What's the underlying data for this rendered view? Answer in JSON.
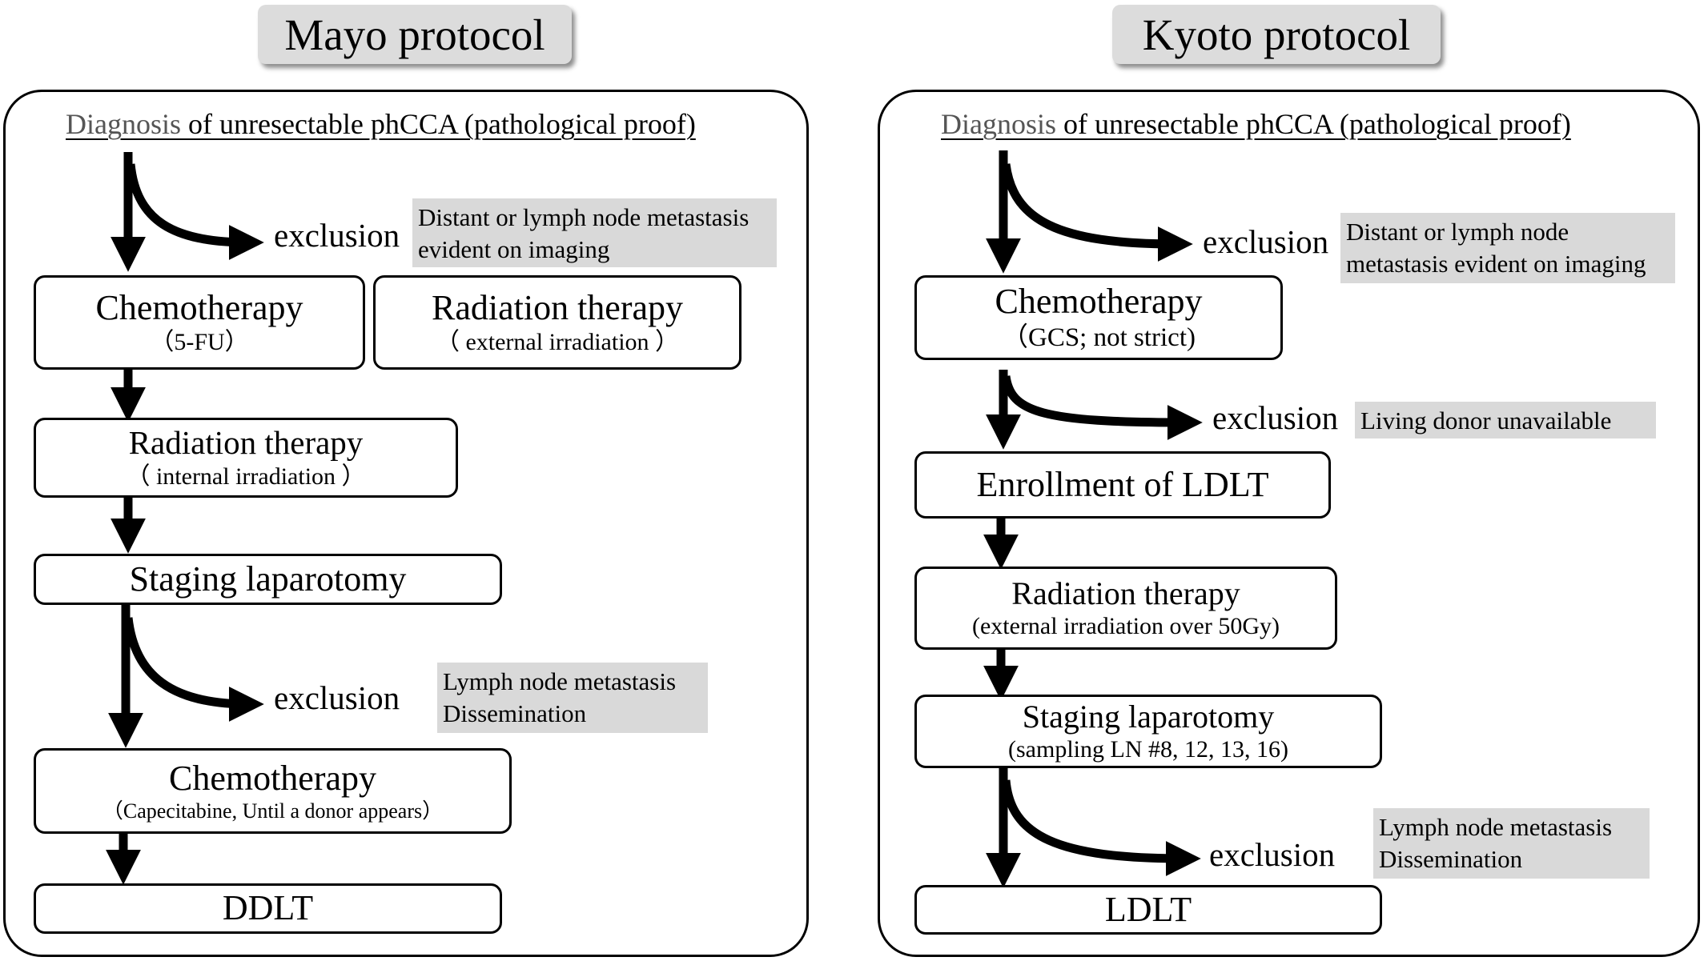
{
  "mayo": {
    "title": "Mayo protocol",
    "diagnosis_word": "Diagnosis",
    "diagnosis_rest": " of unresectable phCCA (pathological proof)",
    "exclusion1": {
      "label": "exclusion",
      "note_lines": [
        "Distant or lymph node metastasis",
        "evident on imaging"
      ]
    },
    "chemo1": {
      "main": "Chemotherapy",
      "sub": "（5-FU）"
    },
    "radiation_ext": {
      "main": "Radiation therapy",
      "sub": "（ external irradiation ）"
    },
    "radiation_int": {
      "main": "Radiation therapy",
      "sub": "（ internal irradiation ）"
    },
    "staging": {
      "main": "Staging laparotomy"
    },
    "exclusion2": {
      "label": "exclusion",
      "note_lines": [
        "Lymph node metastasis",
        "Dissemination"
      ]
    },
    "chemo2": {
      "main": "Chemotherapy",
      "sub": "（Capecitabine, Until a donor appears）"
    },
    "final": {
      "main": "DDLT"
    }
  },
  "kyoto": {
    "title": "Kyoto protocol",
    "diagnosis_word": "Diagnosis",
    "diagnosis_rest": " of unresectable phCCA (pathological proof)",
    "exclusion1": {
      "label": "exclusion",
      "note_lines": [
        "Distant or lymph node",
        "metastasis evident on imaging"
      ]
    },
    "chemo": {
      "main": "Chemotherapy",
      "sub": "（GCS; not strict)"
    },
    "exclusion2": {
      "label": "exclusion",
      "note_lines": [
        "Living donor unavailable"
      ]
    },
    "enrollment": {
      "main": "Enrollment of LDLT"
    },
    "radiation": {
      "main": "Radiation therapy",
      "sub": "(external irradiation over 50Gy)"
    },
    "staging": {
      "main": "Staging laparotomy",
      "sub": "(sampling LN #8, 12, 13, 16)"
    },
    "exclusion3": {
      "label": "exclusion",
      "note_lines": [
        "Lymph node metastasis",
        "Dissemination"
      ]
    },
    "final": {
      "main": "LDLT"
    }
  }
}
